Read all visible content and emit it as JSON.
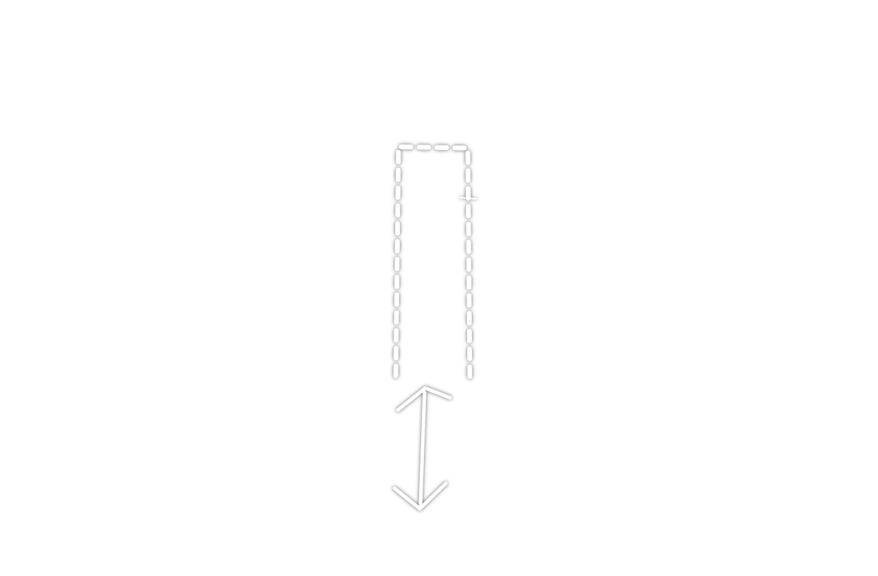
{
  "canvas": {
    "background": "#ffffff"
  },
  "shapes": [
    {
      "name": "dashed-open-rectangle",
      "kind": "dashed-outline",
      "open_side": "bottom",
      "color": "#ffffff",
      "glow_color": "#555555"
    },
    {
      "name": "double-headed-arrow",
      "kind": "arrow",
      "direction": "vertical",
      "heads": "both",
      "color": "#ffffff",
      "glow_color": "#555555"
    }
  ]
}
